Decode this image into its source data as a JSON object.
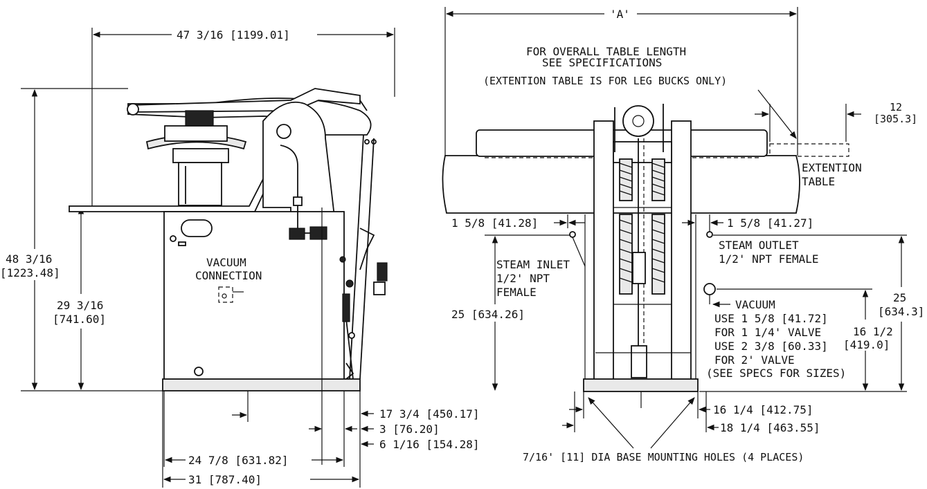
{
  "left_view": {
    "dim_top_width": "47 3/16 [1199.01]",
    "dim_overall_height_1": "48 3/16",
    "dim_overall_height_2": "[1223.48]",
    "dim_table_height_1": "29 3/16",
    "dim_table_height_2": "[741.60]",
    "vacuum_label_1": "VACUUM",
    "vacuum_label_2": "CONNECTION",
    "dim_17_3_4": "17 3/4 [450.17]",
    "dim_3": "3 [76.20]",
    "dim_6_1_16": "6 1/16 [154.28]",
    "dim_24_7_8": "24 7/8 [631.82]",
    "dim_31": "31 [787.40]"
  },
  "right_view": {
    "dim_A": "'A'",
    "note_1": "FOR OVERALL TABLE LENGTH",
    "note_2": "SEE SPECIFICATIONS",
    "note_3": "(EXTENTION TABLE IS FOR LEG BUCKS ONLY)",
    "dim_12_1": "12",
    "dim_12_2": "[305.3]",
    "ext_table_1": "EXTENTION",
    "ext_table_2": "TABLE",
    "dim_left_1_5_8": "1 5/8 [41.28]",
    "dim_right_1_5_8": "1 5/8 [41.27]",
    "steam_inlet_1": "STEAM INLET",
    "steam_inlet_2": "1/2' NPT",
    "steam_inlet_3": "FEMALE",
    "steam_outlet_1": "STEAM OUTLET",
    "steam_outlet_2": "1/2' NPT FEMALE",
    "dim_25_left": "25 [634.26]",
    "vacuum_1": "VACUUM",
    "vacuum_2": "USE 1 5/8 [41.72]",
    "vacuum_3": "FOR 1 1/4' VALVE",
    "vacuum_4": "USE 2 3/8 [60.33]",
    "vacuum_5": "FOR 2' VALVE",
    "vacuum_6": "(SEE SPECS FOR SIZES)",
    "dim_25_right_1": "25",
    "dim_25_right_2": "[634.3]",
    "dim_16_1_2_1": "16 1/2",
    "dim_16_1_2_2": "[419.0]",
    "dim_16_1_4": "16 1/4 [412.75]",
    "dim_18_1_4": "18 1/4 [463.55]",
    "mounting_holes": "7/16' [11] DIA BASE MOUNTING HOLES (4 PLACES)"
  }
}
